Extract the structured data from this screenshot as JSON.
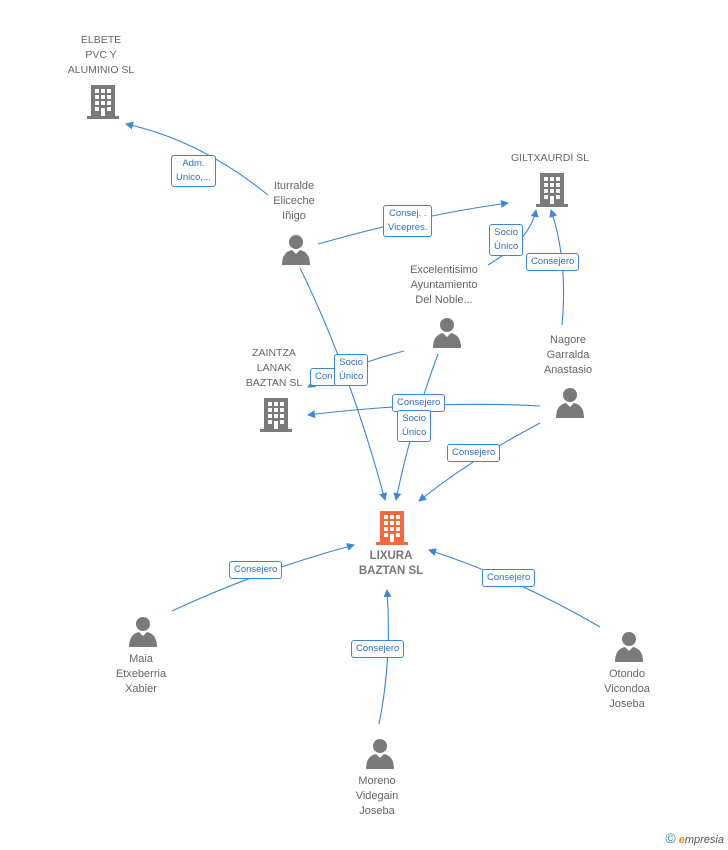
{
  "colors": {
    "edge": "#3b86d6",
    "company_icon": "#7a7a7a",
    "main_company_icon": "#f26a3d",
    "person_icon": "#7a7a7a"
  },
  "nodes": {
    "elbete": "ELBETE\nPVC Y\nALUMINIO SL",
    "giltxaurdi": "GILTXAURDI SL",
    "zaintza": "ZAINTZA\nLANAK\nBAZTAN  SL",
    "lixura": "LIXURA\nBAZTAN  SL",
    "iturralde": "Iturralde\nEliceche\nIñigo",
    "excelentisimo": "Excelentisimo\nAyuntamiento\nDel Noble...",
    "nagore": "Nagore\nGarralda\nAnastasio",
    "maia": "Maia\nEtxeberria\nXabier",
    "otondo": "Otondo\nVicondoa\nJoseba",
    "moreno": "Moreno\nVidegain\nJoseba"
  },
  "edge_labels": {
    "adm_unico": "Adm.\nUnico,...",
    "consej_vicepres": "Consej. .\nVicepres.",
    "socio_unico_gilt": "Socio\nÚnico",
    "consejero_gilt": "Consejero",
    "consejero_zaintza_partial": "Con",
    "socio_unico_iturralde": "Socio\nÚnico",
    "consejero_nagore_zaintza": "Consejero",
    "socio_unico_excel": "Socio\nÚnico",
    "consejero_nagore_lixura": "Consejero",
    "consejero_maia": "Consejero",
    "consejero_otondo": "Consejero",
    "consejero_moreno": "Consejero"
  },
  "footer": {
    "copyright": "©",
    "brand_initial": "e",
    "brand_rest": "mpresia"
  }
}
